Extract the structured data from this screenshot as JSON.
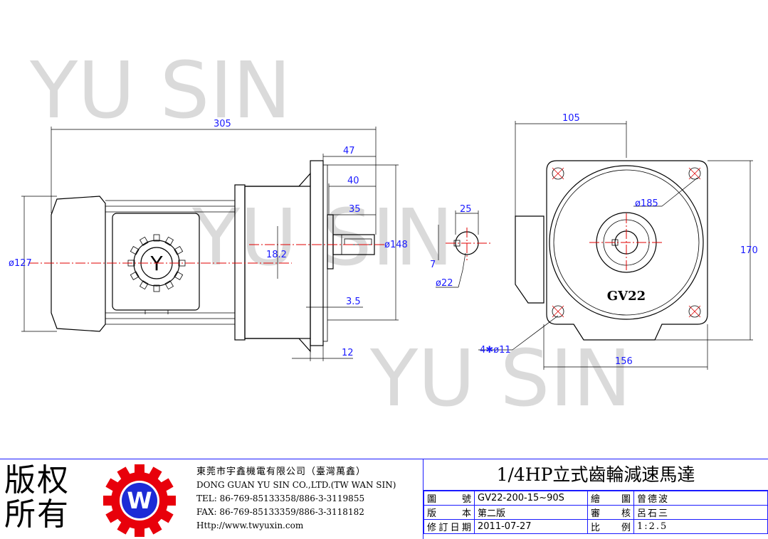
{
  "watermark": "YU SIN",
  "dimensions": {
    "overall_length": "305",
    "flange_depth": "47",
    "shaft_len_40": "40",
    "shaft_len_35": "35",
    "motor_dia": "ø127",
    "offset": "18.2",
    "flange_pilot": "ø148",
    "flange_step": "3.5",
    "flange_thick": "12",
    "key_width": "25",
    "key_height": "7",
    "shaft_dia": "ø22",
    "width_105": "105",
    "bolt_circle": "ø185",
    "height_170": "170",
    "bolt_holes": "4✱ø11",
    "width_156": "156"
  },
  "product_mark": "GV22",
  "title_block": {
    "copyright": "版权所有",
    "company_cn": "東莞市宇鑫機電有限公司（臺灣萬鑫）",
    "company_en": "DONG GUAN YU SIN CO.,LTD.(TW WAN SIN)",
    "tel": "TEL: 86-769-85133358/886-3-3119855",
    "fax": "FAX: 86-769-85133359/886-3-3118182",
    "web": "Http://www.twyuxin.com",
    "product_title": "1/4HP立式齒輪減速馬達",
    "rows": [
      {
        "label": "圖號",
        "value": "GV22-200-15~90S",
        "label2": "繪圖",
        "value2": "曾德波"
      },
      {
        "label": "版本",
        "value": "第二版",
        "label2": "審核",
        "value2": "呂石三"
      },
      {
        "label": "修訂日期",
        "value": "2011-07-27",
        "label2": "比例",
        "value2": "1:2.5"
      }
    ]
  },
  "colors": {
    "dimension": "#1a1aff",
    "centerline": "#e00000",
    "logo_red": "#e8000b",
    "logo_blue": "#1d2bd6"
  }
}
